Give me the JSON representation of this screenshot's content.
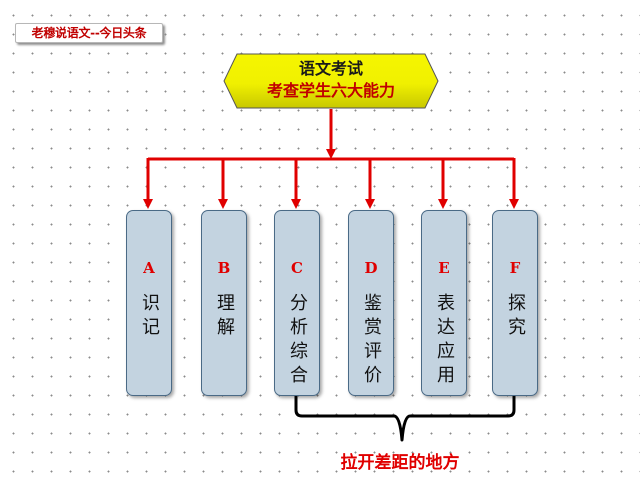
{
  "watermark": "老穆说语文--今日头条",
  "title": {
    "line1": "语文考试",
    "line2": "考查学生六大能力"
  },
  "abilities": [
    {
      "letter": "A",
      "label": "识记"
    },
    {
      "letter": "B",
      "label": "理解"
    },
    {
      "letter": "C",
      "label": "分析综合"
    },
    {
      "letter": "D",
      "label": "鉴赏评价"
    },
    {
      "letter": "E",
      "label": "表达应用"
    },
    {
      "letter": "F",
      "label": "探究"
    }
  ],
  "bottom_label": "拉开差距的地方",
  "colors": {
    "title_fill": "#f0f000",
    "title_text_2": "#c00000",
    "arrow": "#e00000",
    "box_fill": "#c3d3e0",
    "box_border": "#4a6a86",
    "letters": "#e00000",
    "bracket": "#000000"
  }
}
